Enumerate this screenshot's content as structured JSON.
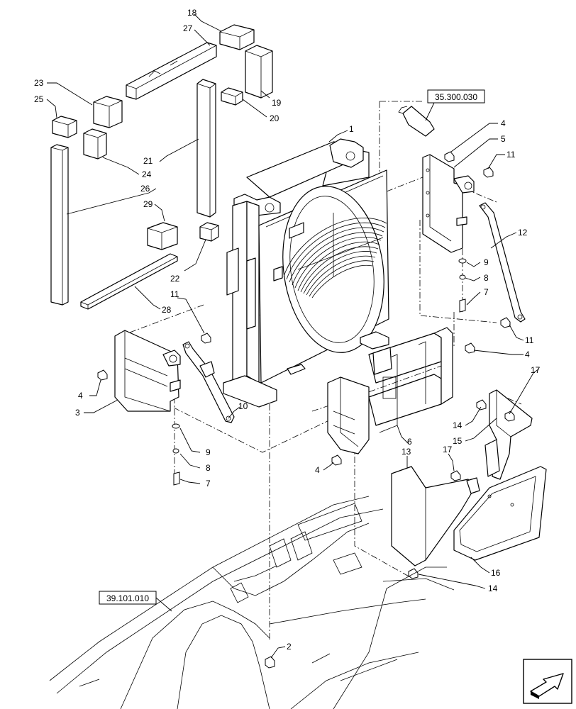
{
  "reference_boxes": {
    "top": "35.300.030",
    "bottom": "39.101.010"
  },
  "callouts": {
    "c1": "1",
    "c2": "2",
    "c3": "3",
    "c4a": "4",
    "c4b": "4",
    "c4c": "4",
    "c4d": "4",
    "c5": "5",
    "c6": "6",
    "c7a": "7",
    "c7b": "7",
    "c8a": "8",
    "c8b": "8",
    "c9a": "9",
    "c9b": "9",
    "c10": "10",
    "c11a": "11",
    "c11b": "11",
    "c11c": "11",
    "c12": "12",
    "c13": "13",
    "c14a": "14",
    "c14b": "14",
    "c15": "15",
    "c16": "16",
    "c17a": "17",
    "c17b": "17",
    "c18": "18",
    "c19": "19",
    "c20": "20",
    "c21": "21",
    "c22": "22",
    "c23": "23",
    "c24": "24",
    "c25": "25",
    "c26": "26",
    "c27": "27",
    "c28": "28",
    "c29": "29"
  },
  "icons": {
    "nav": "next-page-arrow-icon"
  }
}
